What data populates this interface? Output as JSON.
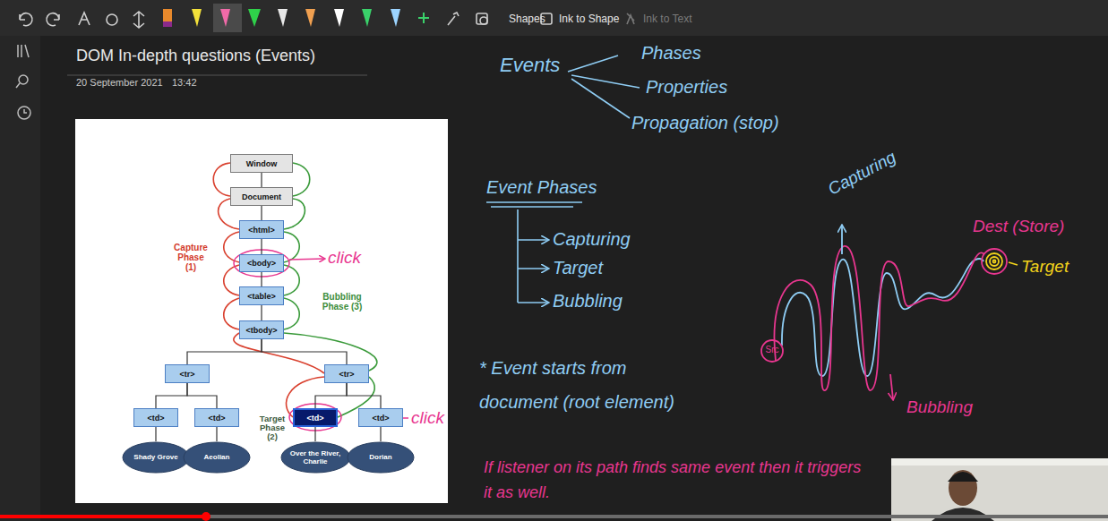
{
  "diagram": {
    "title": "DOM In-depth questions (Events)",
    "nodes": [
      {
        "text": [
          "Window"
        ]
      },
      {
        "text": [
          "Document"
        ]
      },
      {
        "text": [
          "<html>"
        ]
      },
      {
        "text": [
          "<body>"
        ]
      },
      {
        "text": [
          "<table>"
        ]
      },
      {
        "text": [
          "<tbody>"
        ]
      },
      {
        "text": [
          "<tr>"
        ]
      },
      {
        "text": [
          "<tr>"
        ]
      },
      {
        "text": [
          "<td>"
        ]
      },
      {
        "text": [
          "<td>"
        ]
      },
      {
        "text": [
          "<td>"
        ]
      },
      {
        "text": [
          "<td>"
        ]
      },
      {
        "text": [
          "Shady Grove"
        ]
      },
      {
        "text": [
          "Aeolian"
        ]
      },
      {
        "text": [
          "Over the River, Charlie"
        ]
      },
      {
        "text": [
          "Dorian"
        ]
      }
    ],
    "edges": [
      {
        "from": 0,
        "to": 1,
        "arrow": "none"
      },
      {
        "from": 1,
        "to": 2,
        "arrow": "none"
      },
      {
        "from": 2,
        "to": 3,
        "arrow": "none"
      },
      {
        "from": 3,
        "to": 4,
        "arrow": "none"
      },
      {
        "from": 4,
        "to": 5,
        "arrow": "none"
      },
      {
        "from": 5,
        "to": 6,
        "arrow": "none"
      },
      {
        "from": 5,
        "to": 7,
        "arrow": "none"
      },
      {
        "from": 6,
        "to": 8,
        "arrow": "none"
      },
      {
        "from": 6,
        "to": 9,
        "arrow": "none"
      },
      {
        "from": 7,
        "to": 10,
        "arrow": "none"
      },
      {
        "from": 7,
        "to": 11,
        "arrow": "none"
      },
      {
        "from": 8,
        "to": 12,
        "arrow": "none"
      },
      {
        "from": 9,
        "to": 13,
        "arrow": "none"
      },
      {
        "from": 10,
        "to": 14,
        "arrow": "none"
      },
      {
        "from": 11,
        "to": 15,
        "arrow": "none"
      }
    ],
    "labels": [
      "Shapes",
      "Ink to Shape",
      "Ink to Text",
      "20 September 2021",
      "13:42",
      "Capture Phase (1)",
      "Bubbling Phase (3)",
      "Target Phase (2)",
      "click",
      "click",
      "Events",
      "Phases",
      "Properties",
      "Propagation (stop)",
      "Event Phases",
      "Capturing",
      "Target",
      "Bubbling",
      "* Event starts from document (root element)",
      "Capturing",
      "Bubbling",
      "Src",
      "Dest (Store)",
      "Target",
      "If listener on its path finds same event then it triggers it as well."
    ]
  }
}
